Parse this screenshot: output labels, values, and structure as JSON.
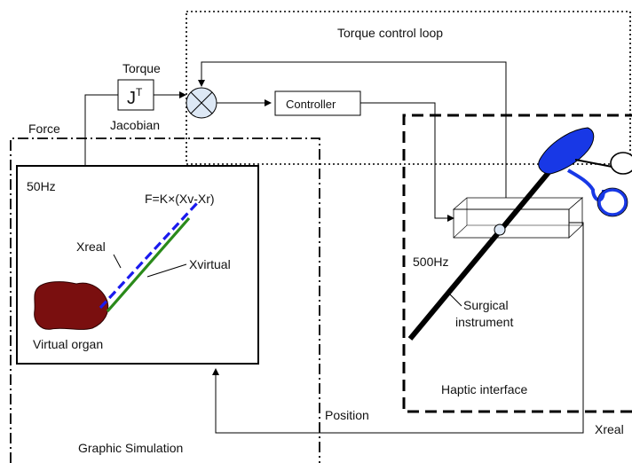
{
  "labels": {
    "torque_control_loop": "Torque control loop",
    "torque": "Torque",
    "jacobian_symbol": "J",
    "jacobian_superscript": "T",
    "jacobian": "Jacobian",
    "force": "Force",
    "controller": "Controller",
    "graphic_rate": "50Hz",
    "formula": "F=K×(Xv-Xr)",
    "xreal_probe": "Xreal",
    "xvirtual": "Xvirtual",
    "virtual_organ": "Virtual organ",
    "haptic_rate": "500Hz",
    "surgical": "Surgical",
    "instrument": "instrument",
    "haptic_interface": "Haptic interface",
    "position": "Position",
    "graphic_simulation": "Graphic Simulation",
    "xreal_feedback": "Xreal"
  },
  "colors": {
    "organ": "#7a0f0f",
    "xreal_line": "#1a1aee",
    "xvirtual_line": "#2a8a1a",
    "instrument": "#000000",
    "handle": "#1838e6",
    "summing_junction": "#dde8f5",
    "box_fill": "#ffffff",
    "stroke": "#000000"
  }
}
